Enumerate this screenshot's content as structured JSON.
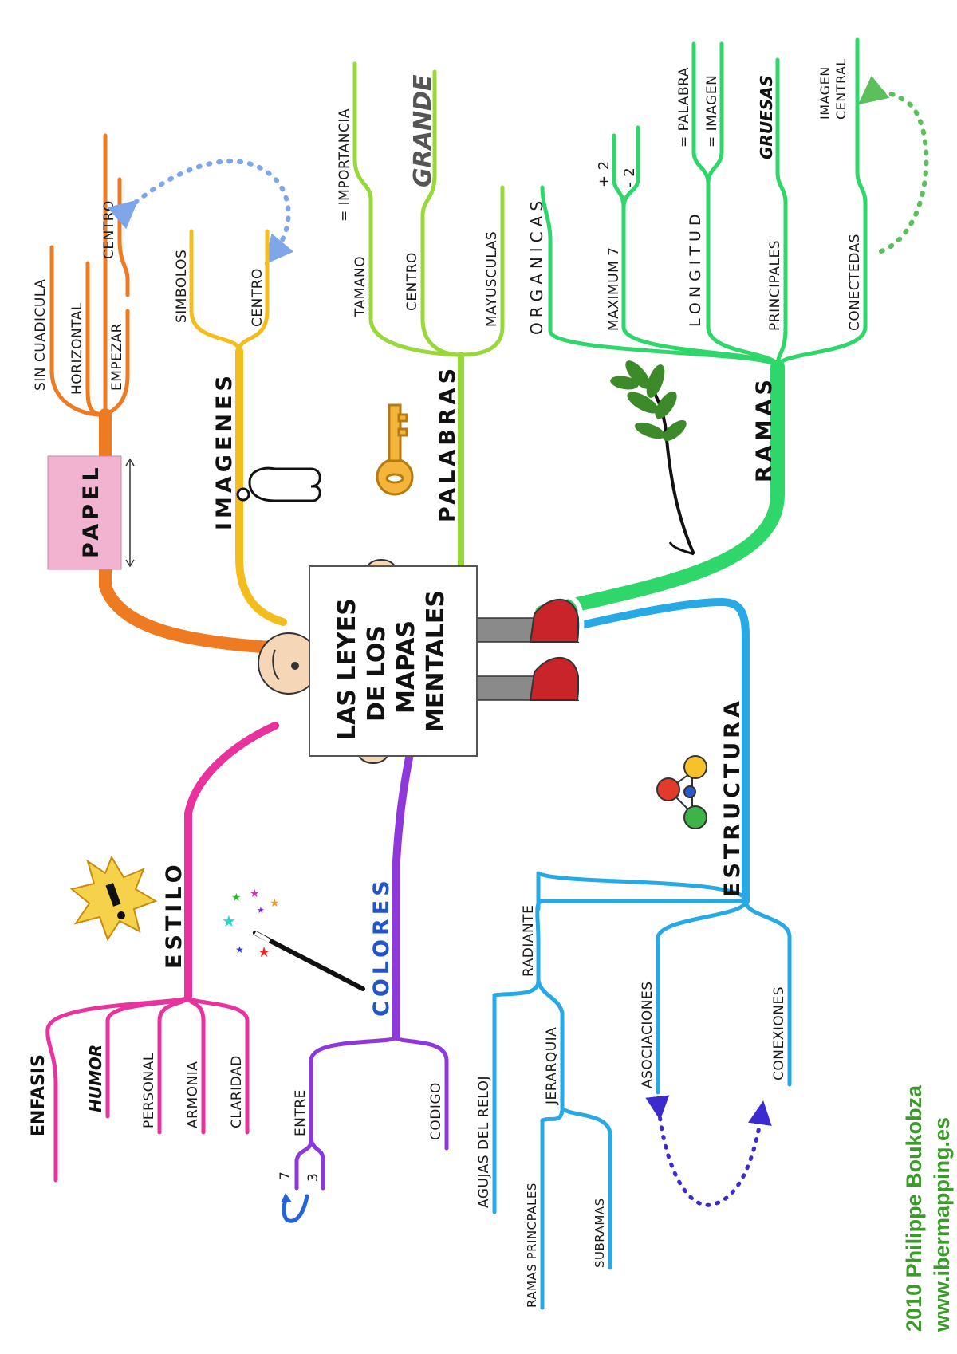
{
  "center": {
    "title_lines": [
      "LAS LEYES",
      "DE LOS",
      "MAPAS",
      "MENTALES"
    ]
  },
  "colors": {
    "papel": "#ee7b22",
    "imagenes": "#f4bd1e",
    "palabras": "#98d83a",
    "ramas": "#2fd66a",
    "estructura": "#26a9e4",
    "colores": "#8f38d9",
    "estilo": "#e8329d",
    "credit": "#3c9a2a",
    "papel_box": "#f1b3d0"
  },
  "branches": {
    "papel": {
      "title": "PAPEL",
      "sub": [
        "SIN CUADICULA",
        "HORIZONTAL",
        "EMPEZAR",
        "CENTRO"
      ]
    },
    "imagenes": {
      "title": "IMAGENES",
      "sub": [
        "SIMBOLOS",
        "CENTRO"
      ]
    },
    "palabras": {
      "title": "PALABRAS",
      "sub": [
        "= IMPORTANCIA",
        "TAMANO",
        "GRANDE",
        "CENTRO",
        "MAYUSCULAS"
      ]
    },
    "ramas": {
      "title": "RAMAS",
      "sub": [
        "ORGANICAS",
        "+ 2",
        "- 2",
        "MAXIMUM 7",
        "= PALABRA",
        "= IMAGEN",
        "LONGITUD",
        "GRUESAS",
        "PRINCIPALES",
        "IMAGEN",
        "CENTRAL",
        "CONECTEDAS"
      ]
    },
    "estructura": {
      "title": "ESTRUCTURA",
      "sub": [
        "RADIANTE",
        "AGUJAS DEL RELOJ",
        "JERARQUIA",
        "RAMAS PRINCPALES",
        "SUBRAMAS",
        "ASOCIACIONES",
        "CONEXIONES"
      ]
    },
    "colores": {
      "title": "COLORES",
      "sub": [
        "ENTRE",
        "7",
        "3",
        "CODIGO"
      ]
    },
    "estilo": {
      "title": "ESTILO",
      "sub": [
        "ENFASIS",
        "HUMOR",
        "PERSONAL",
        "ARMONIA",
        "CLARIDAD"
      ]
    }
  },
  "credit": {
    "line1": "2010 Philippe Boukobza",
    "line2": "www.ibermapping.es"
  },
  "icons": [
    "ruler-icon",
    "pointing-hand-icon",
    "key-icon",
    "plant-icon",
    "molecule-icon",
    "magic-wand-icon",
    "exclamation-burst-icon",
    "curved-arrow-icon"
  ]
}
